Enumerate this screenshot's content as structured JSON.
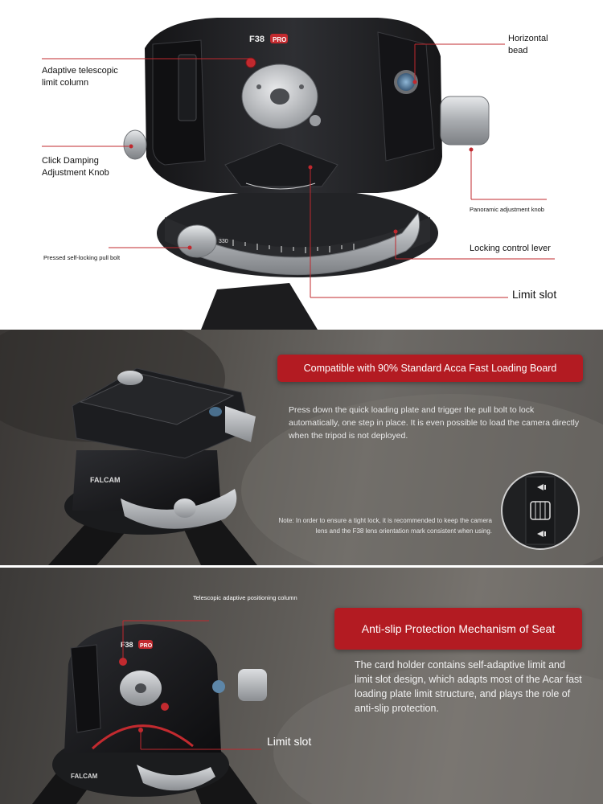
{
  "panel1": {
    "product_text": "F38",
    "badge_text": "PRO",
    "dial_mark": "330",
    "labels": {
      "adaptive_column": "Adaptive telescopic limit column",
      "horizontal_bead": "Horizontal bead",
      "click_damping": "Click Damping Adjustment Knob",
      "panoramic_knob": "Panoramic adjustment knob",
      "pull_bolt": "Pressed self-locking pull bolt",
      "locking_lever": "Locking control lever",
      "limit_slot": "Limit slot"
    }
  },
  "panel2": {
    "banner": "Compatible with 90% Standard Acca Fast Loading Board",
    "body": "Press down the quick loading plate and trigger the pull bolt to lock automatically, one step in place. It is even possible to load the camera directly when the tripod is not deployed.",
    "note": "Note: In order to ensure a tight lock, it is recommended to keep the camera lens and the F38 lens orientation mark consistent when using.",
    "brand_text": "FALCAM"
  },
  "panel3": {
    "top_label": "Telescopic adaptive positioning column",
    "banner": "Anti-slip Protection Mechanism of Seat",
    "body": "The card holder contains self-adaptive limit and limit slot design, which adapts most of the Acar fast loading plate limit structure, and plays the role of anti-slip protection.",
    "limit_label": "Limit slot",
    "product_text": "F38",
    "badge_text": "PRO",
    "brand_text": "FALCAM"
  },
  "colors": {
    "accent_red": "#b31b22",
    "leader_red": "#c0282e",
    "metal_dark": "#1e1e20",
    "metal_silver": "#b9bcc0"
  }
}
